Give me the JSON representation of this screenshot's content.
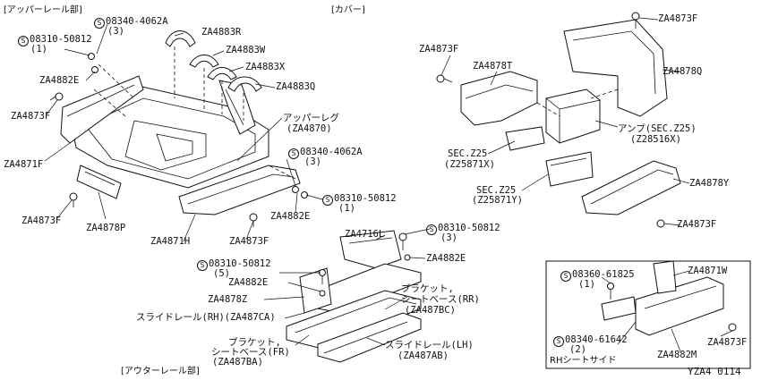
{
  "sections": {
    "upper_rail": "[アッパーレール部]",
    "cover": "[カバー]",
    "outer_rail": "[アウターレール部]",
    "rh_seat_side": "RHシートサイド"
  },
  "drawing_code": "YZA4 0114",
  "labels": {
    "s_08340_4062a_a": "08340-4062A",
    "s_08340_4062a_a_qty": "(3)",
    "s_08310_50812_a": "08310-50812",
    "s_08310_50812_a_qty": "(1)",
    "za4883r": "ZA4883R",
    "za4883w": "ZA4883W",
    "za4883x": "ZA4883X",
    "za4883q": "ZA4883Q",
    "za4882e_a": "ZA4882E",
    "za4873f_a": "ZA4873F",
    "za4871f": "ZA4871F",
    "upper_leg": "アッパーレグ",
    "upper_leg_code": "(ZA4870)",
    "s_08340_4062a_b": "08340-4062A",
    "s_08340_4062a_b_qty": "(3)",
    "s_08310_50812_b": "08310-50812",
    "s_08310_50812_b_qty": "(1)",
    "za4882e_b": "ZA4882E",
    "za4873f_b": "ZA4873F",
    "za4878p": "ZA4878P",
    "za4871h": "ZA4871H",
    "za4873f_c": "ZA4873F",
    "za4873f_d": "ZA4873F",
    "za4878t": "ZA4878T",
    "za4873f_e": "ZA4873F",
    "za4878q": "ZA4878Q",
    "amp": "アンプ(SEC.Z25)",
    "amp_code": "(Z28516X)",
    "sec_z25_a": "SEC.Z25",
    "sec_z25_a_code": "(Z25871X)",
    "sec_z25_b": "SEC.Z25",
    "sec_z25_b_code": "(Z25871Y)",
    "za4878y": "ZA4878Y",
    "za4873f_f": "ZA4873F",
    "za4716l": "ZA4716L",
    "s_08310_50812_c": "08310-50812",
    "s_08310_50812_c_qty": "(3)",
    "za4882e_c": "ZA4882E",
    "s_08310_50812_d": "08310-50812",
    "s_08310_50812_d_qty": "(5)",
    "za4882e_d": "ZA4882E",
    "za4878z": "ZA4878Z",
    "bracket_rr_1": "ブラケット,",
    "bracket_rr_2": "シートベース(RR)",
    "bracket_rr_code": "(ZA487BC)",
    "slide_rail_rh": "スライドレール(RH)(ZA487CA)",
    "bracket_fr_1": "ブラケット,",
    "bracket_fr_2": "シートベース(FR)",
    "bracket_fr_code": "(ZA487BA)",
    "slide_rail_lh": "スライドレール(LH)",
    "slide_rail_lh_code": "(ZA487AB)",
    "s_08360_61825": "08360-61825",
    "s_08360_61825_qty": "(1)",
    "za4871w": "ZA4871W",
    "s_08340_61642": "08340-61642",
    "s_08340_61642_qty": "(2)",
    "za4873f_g": "ZA4873F",
    "za4882m": "ZA4882M"
  },
  "screw_symbol": "S"
}
